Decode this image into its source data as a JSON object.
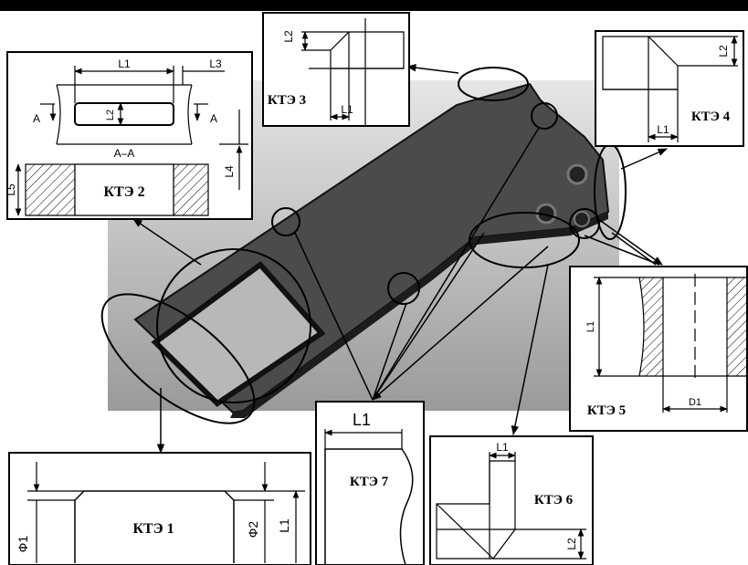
{
  "panels": {
    "kte1": {
      "title": "КТЭ 1",
      "dims": [
        "Ф1",
        "Ф2",
        "L1"
      ]
    },
    "kte2": {
      "title": "КТЭ 2",
      "dims": [
        "L1",
        "L3",
        "L2",
        "A",
        "A",
        "A–A",
        "L4",
        "L5"
      ]
    },
    "kte3": {
      "title": "КТЭ 3",
      "dims": [
        "L2",
        "L1"
      ]
    },
    "kte4": {
      "title": "КТЭ 4",
      "dims": [
        "L2",
        "L1"
      ]
    },
    "kte5": {
      "title": "КТЭ 5",
      "dims": [
        "L1",
        "D1"
      ]
    },
    "kte6": {
      "title": "КТЭ 6",
      "dims": [
        "L1",
        "L2"
      ]
    },
    "kte7": {
      "title": "КТЭ 7",
      "dims": [
        "L1"
      ]
    }
  },
  "colors": {
    "part": "#4a4a4a",
    "part_edge": "#1a1a1a",
    "backdrop": "#d3d3d3",
    "line": "#000000"
  }
}
